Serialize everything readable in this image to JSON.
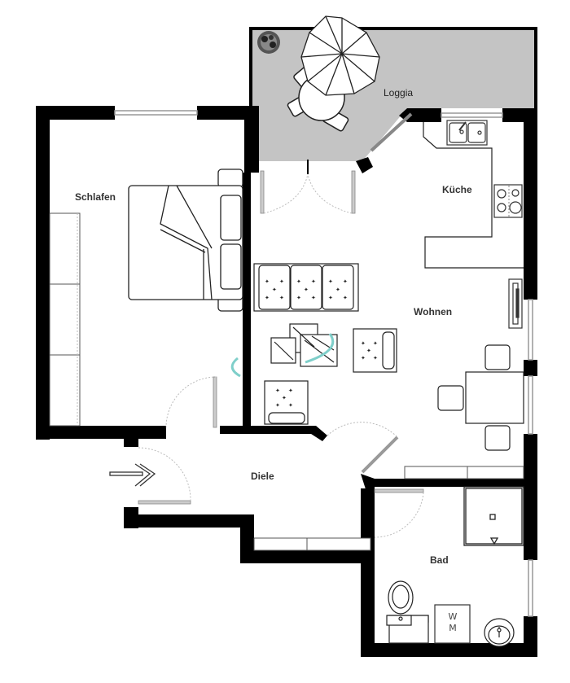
{
  "plan": {
    "title": "Floor plan",
    "colors": {
      "wall": "#000000",
      "loggia_fill": "#c4c4c4",
      "furniture_stroke": "#333333",
      "window": "#9a9a9a",
      "door_arc": "#b0b0b0",
      "accent": "#7fcfca"
    },
    "rooms": [
      {
        "id": "loggia",
        "label": "Loggia"
      },
      {
        "id": "schlafen",
        "label": "Schlafen"
      },
      {
        "id": "kueche",
        "label": "Küche"
      },
      {
        "id": "wohnen",
        "label": "Wohnen"
      },
      {
        "id": "diele",
        "label": "Diele"
      },
      {
        "id": "bad",
        "label": "Bad"
      }
    ],
    "fixtures": {
      "washing_machine": {
        "line1": "W",
        "line2": "M"
      }
    },
    "entrance_marker": "arrow-right"
  }
}
